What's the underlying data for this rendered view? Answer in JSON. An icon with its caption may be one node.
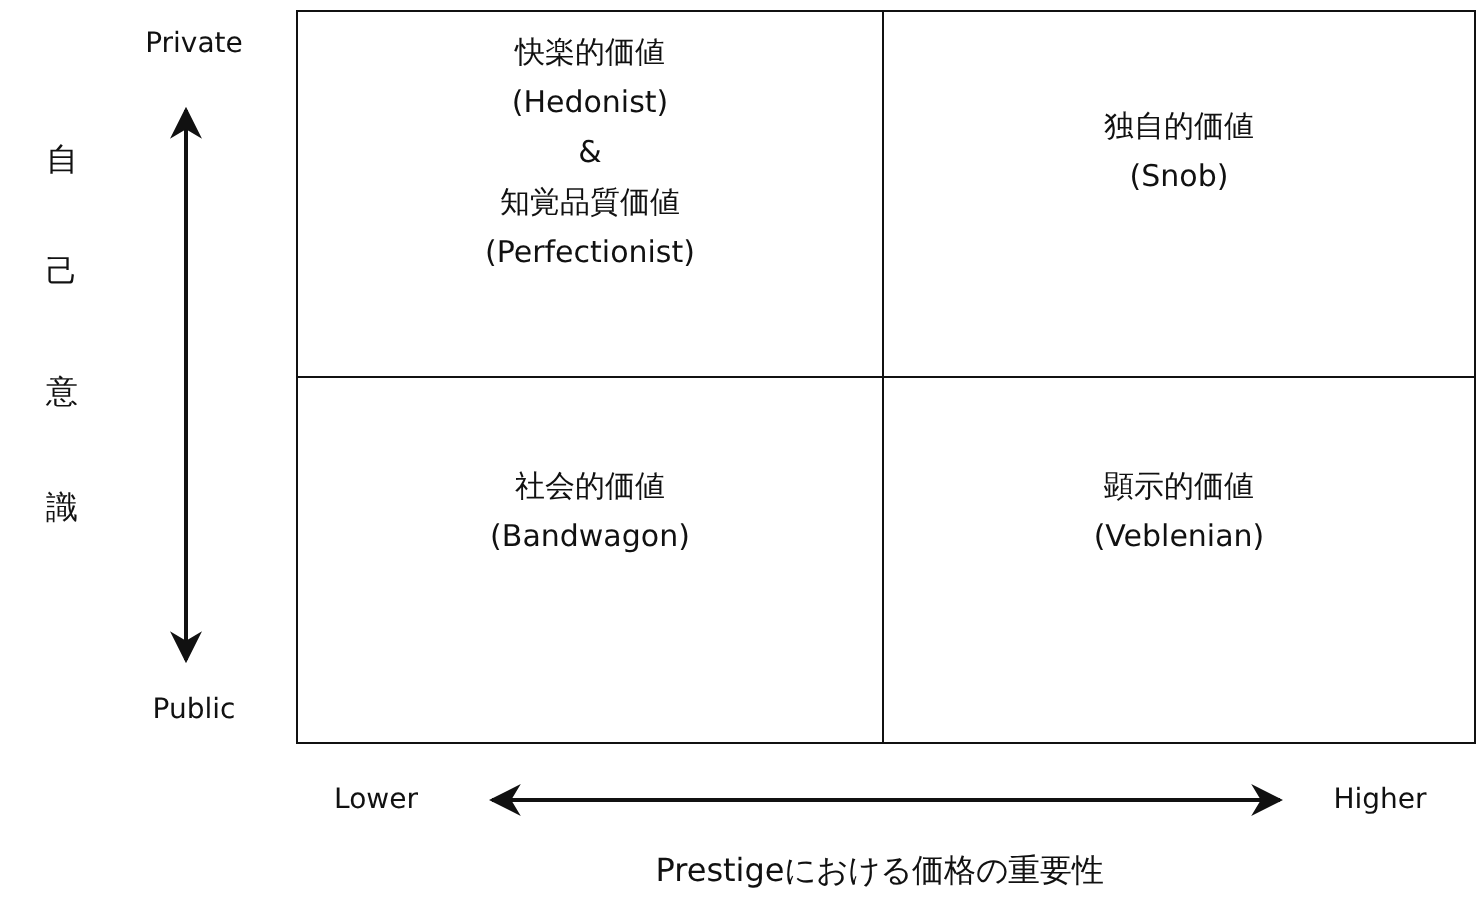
{
  "diagram": {
    "nodes": [
      {
        "text": [
          "快楽的価値",
          "(Hedonist)",
          "&",
          "知覚品質価値",
          "(Perfectionist)"
        ]
      },
      {
        "text": [
          "独自的価値",
          "(Snob)"
        ]
      },
      {
        "text": [
          "社会的価値",
          "(Bandwagon)"
        ]
      },
      {
        "text": [
          "顕示的価値",
          "(Veblenian)"
        ]
      }
    ],
    "edges": [],
    "labels": [
      "Private",
      "Public",
      "自己意識",
      "Lower",
      "Higher",
      "Prestigeにおける価格の重要性"
    ]
  }
}
